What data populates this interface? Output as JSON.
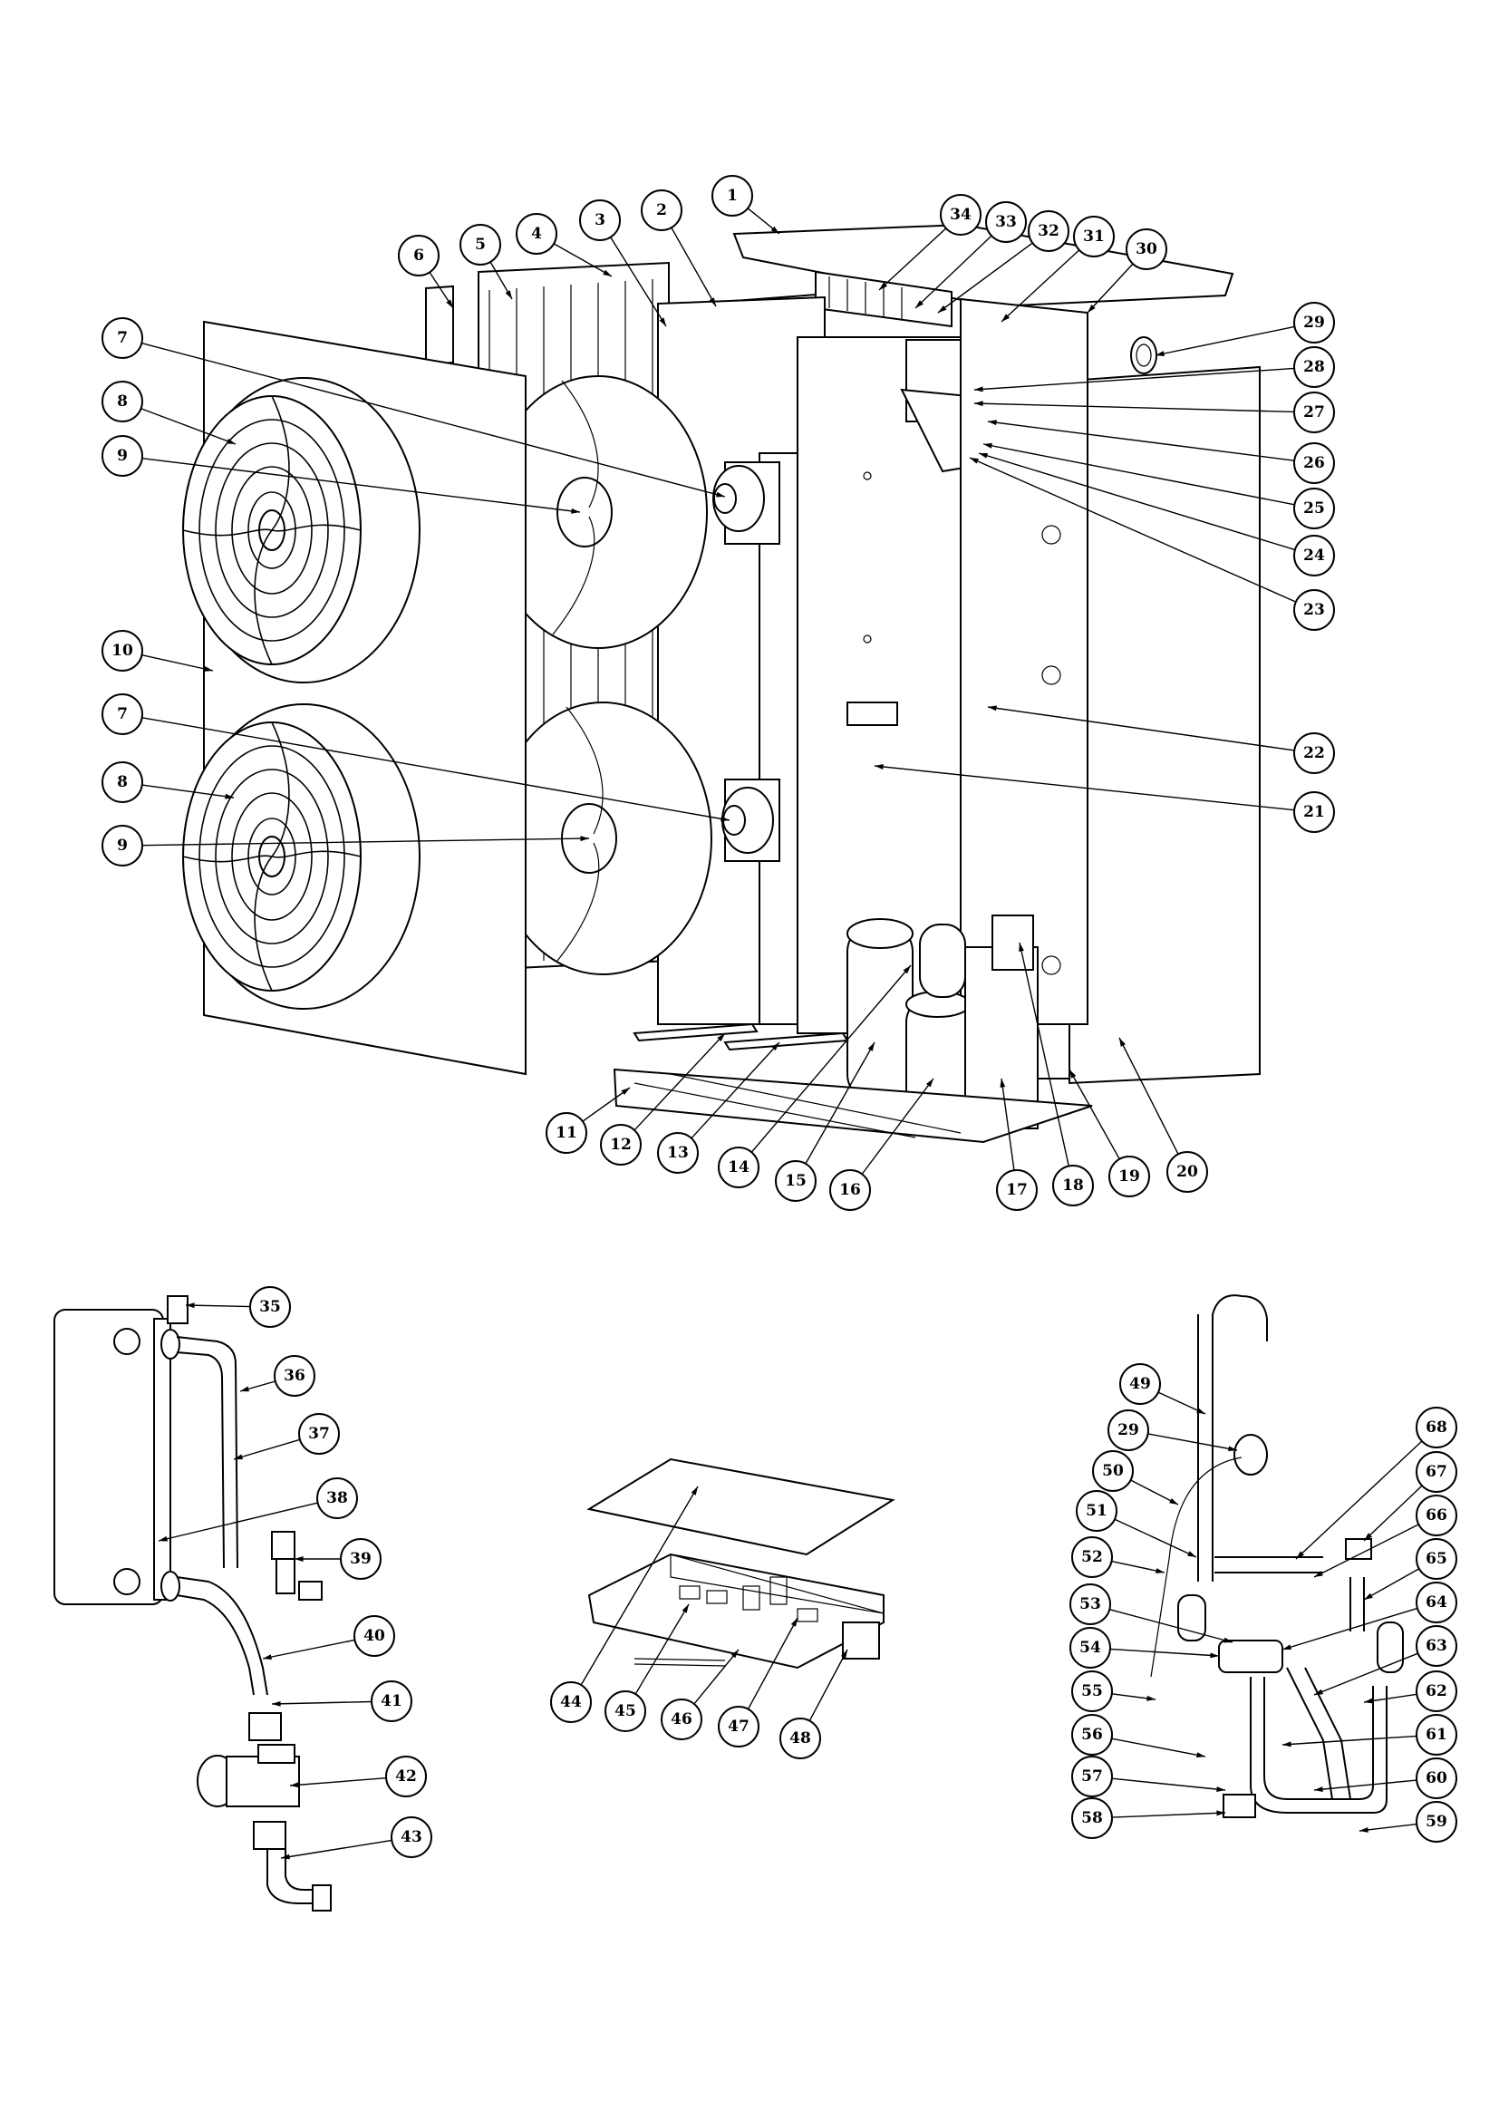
{
  "diagram": {
    "callouts": [
      {
        "id": "1",
        "label": "1"
      },
      {
        "id": "2",
        "label": "2"
      },
      {
        "id": "3",
        "label": "3"
      },
      {
        "id": "4",
        "label": "4"
      },
      {
        "id": "5",
        "label": "5"
      },
      {
        "id": "6",
        "label": "6"
      },
      {
        "id": "7a",
        "label": "7"
      },
      {
        "id": "8a",
        "label": "8"
      },
      {
        "id": "9a",
        "label": "9"
      },
      {
        "id": "10",
        "label": "10"
      },
      {
        "id": "7b",
        "label": "7"
      },
      {
        "id": "8b",
        "label": "8"
      },
      {
        "id": "9b",
        "label": "9"
      },
      {
        "id": "11",
        "label": "11"
      },
      {
        "id": "12",
        "label": "12"
      },
      {
        "id": "13",
        "label": "13"
      },
      {
        "id": "14",
        "label": "14"
      },
      {
        "id": "15",
        "label": "15"
      },
      {
        "id": "16",
        "label": "16"
      },
      {
        "id": "17",
        "label": "17"
      },
      {
        "id": "18",
        "label": "18"
      },
      {
        "id": "19",
        "label": "19"
      },
      {
        "id": "20",
        "label": "20"
      },
      {
        "id": "21",
        "label": "21"
      },
      {
        "id": "22",
        "label": "22"
      },
      {
        "id": "23",
        "label": "23"
      },
      {
        "id": "24",
        "label": "24"
      },
      {
        "id": "25",
        "label": "25"
      },
      {
        "id": "26",
        "label": "26"
      },
      {
        "id": "27",
        "label": "27"
      },
      {
        "id": "28",
        "label": "28"
      },
      {
        "id": "29a",
        "label": "29"
      },
      {
        "id": "30",
        "label": "30"
      },
      {
        "id": "31",
        "label": "31"
      },
      {
        "id": "32",
        "label": "32"
      },
      {
        "id": "33",
        "label": "33"
      },
      {
        "id": "34",
        "label": "34"
      },
      {
        "id": "35",
        "label": "35"
      },
      {
        "id": "36",
        "label": "36"
      },
      {
        "id": "37",
        "label": "37"
      },
      {
        "id": "38",
        "label": "38"
      },
      {
        "id": "39",
        "label": "39"
      },
      {
        "id": "40",
        "label": "40"
      },
      {
        "id": "41",
        "label": "41"
      },
      {
        "id": "42",
        "label": "42"
      },
      {
        "id": "43",
        "label": "43"
      },
      {
        "id": "44",
        "label": "44"
      },
      {
        "id": "45",
        "label": "45"
      },
      {
        "id": "46",
        "label": "46"
      },
      {
        "id": "47",
        "label": "47"
      },
      {
        "id": "48",
        "label": "48"
      },
      {
        "id": "49",
        "label": "49"
      },
      {
        "id": "29b",
        "label": "29"
      },
      {
        "id": "50",
        "label": "50"
      },
      {
        "id": "51",
        "label": "51"
      },
      {
        "id": "52",
        "label": "52"
      },
      {
        "id": "53",
        "label": "53"
      },
      {
        "id": "54",
        "label": "54"
      },
      {
        "id": "55",
        "label": "55"
      },
      {
        "id": "56",
        "label": "56"
      },
      {
        "id": "57",
        "label": "57"
      },
      {
        "id": "58",
        "label": "58"
      },
      {
        "id": "59",
        "label": "59"
      },
      {
        "id": "60",
        "label": "60"
      },
      {
        "id": "61",
        "label": "61"
      },
      {
        "id": "62",
        "label": "62"
      },
      {
        "id": "63",
        "label": "63"
      },
      {
        "id": "64",
        "label": "64"
      },
      {
        "id": "65",
        "label": "65"
      },
      {
        "id": "66",
        "label": "66"
      },
      {
        "id": "67",
        "label": "67"
      },
      {
        "id": "68",
        "label": "68"
      }
    ]
  }
}
